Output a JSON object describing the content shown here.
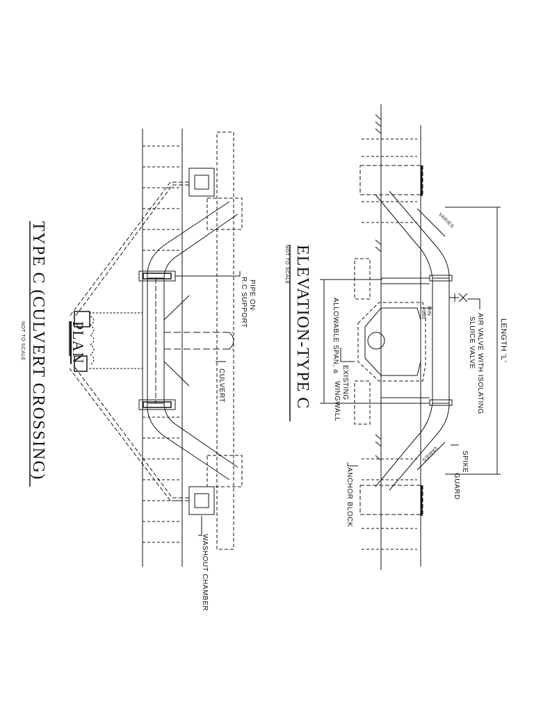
{
  "plan": {
    "title": "TYPE C (CULVERT CROSSING)",
    "subtitle": "PLAN",
    "scale_note": "NOT TO SCALE",
    "callouts": {
      "pipe_support_line1": "PIPE ON",
      "pipe_support_line2": "R.C SUPPORT",
      "culvert": "CULVERT",
      "washout": "WASHOUT CHAMBER"
    }
  },
  "elevation": {
    "title": "ELEVATION-TYPE C",
    "scale_note": "NOT TO SCALE",
    "callouts": {
      "length": "LENGTH 'L'",
      "air_valve_line1": "AIR VALVE WITH ISOLATING",
      "air_valve_line2": "SLUICE VALVE",
      "spike_guard_line1": "SPIKE",
      "spike_guard_line2": "GUARD",
      "varies_top": "VARIES",
      "varies_bottom": "VARIES",
      "min_clearance_line1": "MIN",
      "min_clearance_line2": "300",
      "allowable_span": "ALLOWABLE SPAN, a",
      "existing_wingwall_line1": "EXISTING",
      "existing_wingwall_line2": "WINGWALL",
      "anchor_block": "ANCHOR BLOCK"
    }
  },
  "colors": {
    "ink": "#111111",
    "paper": "#ffffff"
  }
}
